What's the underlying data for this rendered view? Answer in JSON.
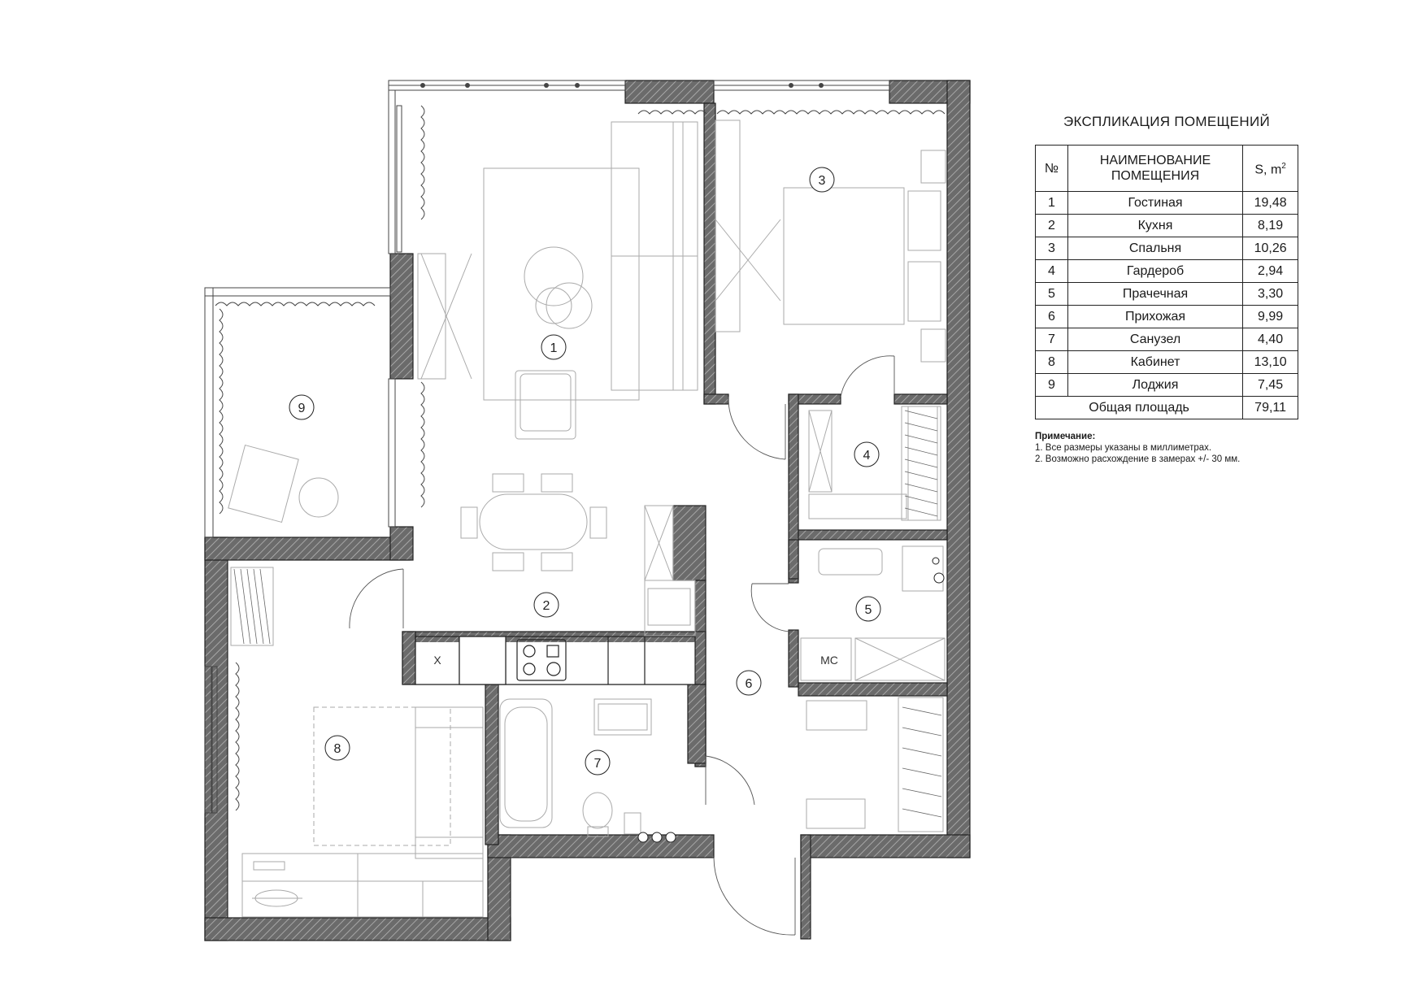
{
  "explication": {
    "title": "ЭКСПЛИКАЦИЯ ПОМЕЩЕНИЙ",
    "header": {
      "num": "№",
      "name_line1": "НАИМЕНОВАНИЕ",
      "name_line2": "ПОМЕЩЕНИЯ",
      "area": "S, m",
      "area_sup": "2"
    },
    "rows": [
      {
        "num": "1",
        "name": "Гостиная",
        "area": "19,48"
      },
      {
        "num": "2",
        "name": "Кухня",
        "area": "8,19"
      },
      {
        "num": "3",
        "name": "Спальня",
        "area": "10,26"
      },
      {
        "num": "4",
        "name": "Гардероб",
        "area": "2,94"
      },
      {
        "num": "5",
        "name": "Прачечная",
        "area": "3,30"
      },
      {
        "num": "6",
        "name": "Прихожая",
        "area": "9,99"
      },
      {
        "num": "7",
        "name": "Санузел",
        "area": "4,40"
      },
      {
        "num": "8",
        "name": "Кабинет",
        "area": "13,10"
      },
      {
        "num": "9",
        "name": "Лоджия",
        "area": "7,45"
      }
    ],
    "total_label": "Общая площадь",
    "total_area": "79,11"
  },
  "notes": {
    "title": "Примечание:",
    "items": [
      "1. Все размеры указаны в миллиметрах.",
      "2. Возможно расхождение в замерах +/- 30 мм."
    ]
  },
  "plan": {
    "room_markers": {
      "r1": "1",
      "r2": "2",
      "r3": "3",
      "r4": "4",
      "r5": "5",
      "r6": "6",
      "r7": "7",
      "r8": "8",
      "r9": "9"
    },
    "appliance_labels": {
      "sink_x": "Х",
      "washer": "МС"
    }
  }
}
